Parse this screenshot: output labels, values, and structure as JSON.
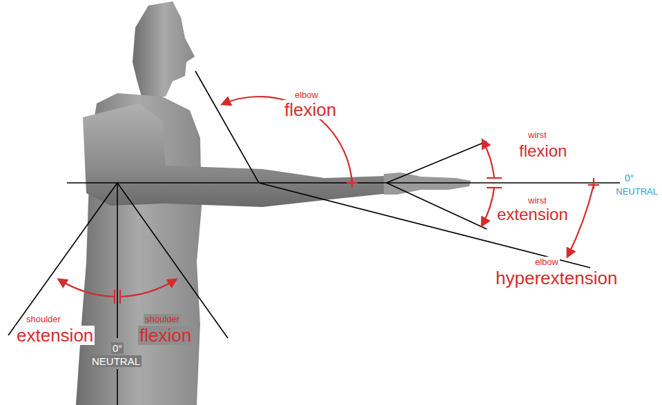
{
  "diagram": {
    "labels": [
      "elbow",
      "flexion",
      "wirst",
      "flexion",
      "0°",
      "NEUTRAL",
      "wirst",
      "extension",
      "elbow",
      "hyperextension",
      "shoulder",
      "extension",
      "shoulder",
      "flexion",
      "0°",
      "NEUTRAL"
    ]
  }
}
